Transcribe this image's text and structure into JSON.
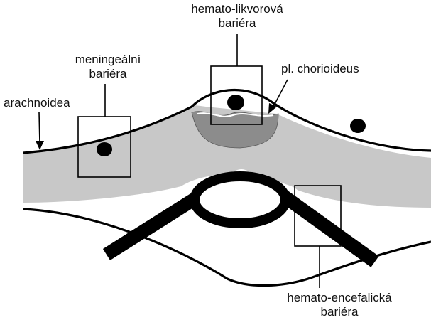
{
  "labels": {
    "hemato_likvorova_line1": "hemato-likvorová",
    "hemato_likvorova_line2": "bariéra",
    "meningealni_line1": "meningeální",
    "meningealni_line2": "bariéra",
    "arachnoidea": "arachnoidea",
    "pl_chorioideus": "pl. chorioideus",
    "hemato_encefalicka_line1": "hemato-encefalická",
    "hemato_encefalicka_line2": "bariéra"
  },
  "colors": {
    "tissue": "#c8c8c8",
    "plexus": "#8c8c8c",
    "outline": "#000000",
    "background": "#ffffff"
  }
}
